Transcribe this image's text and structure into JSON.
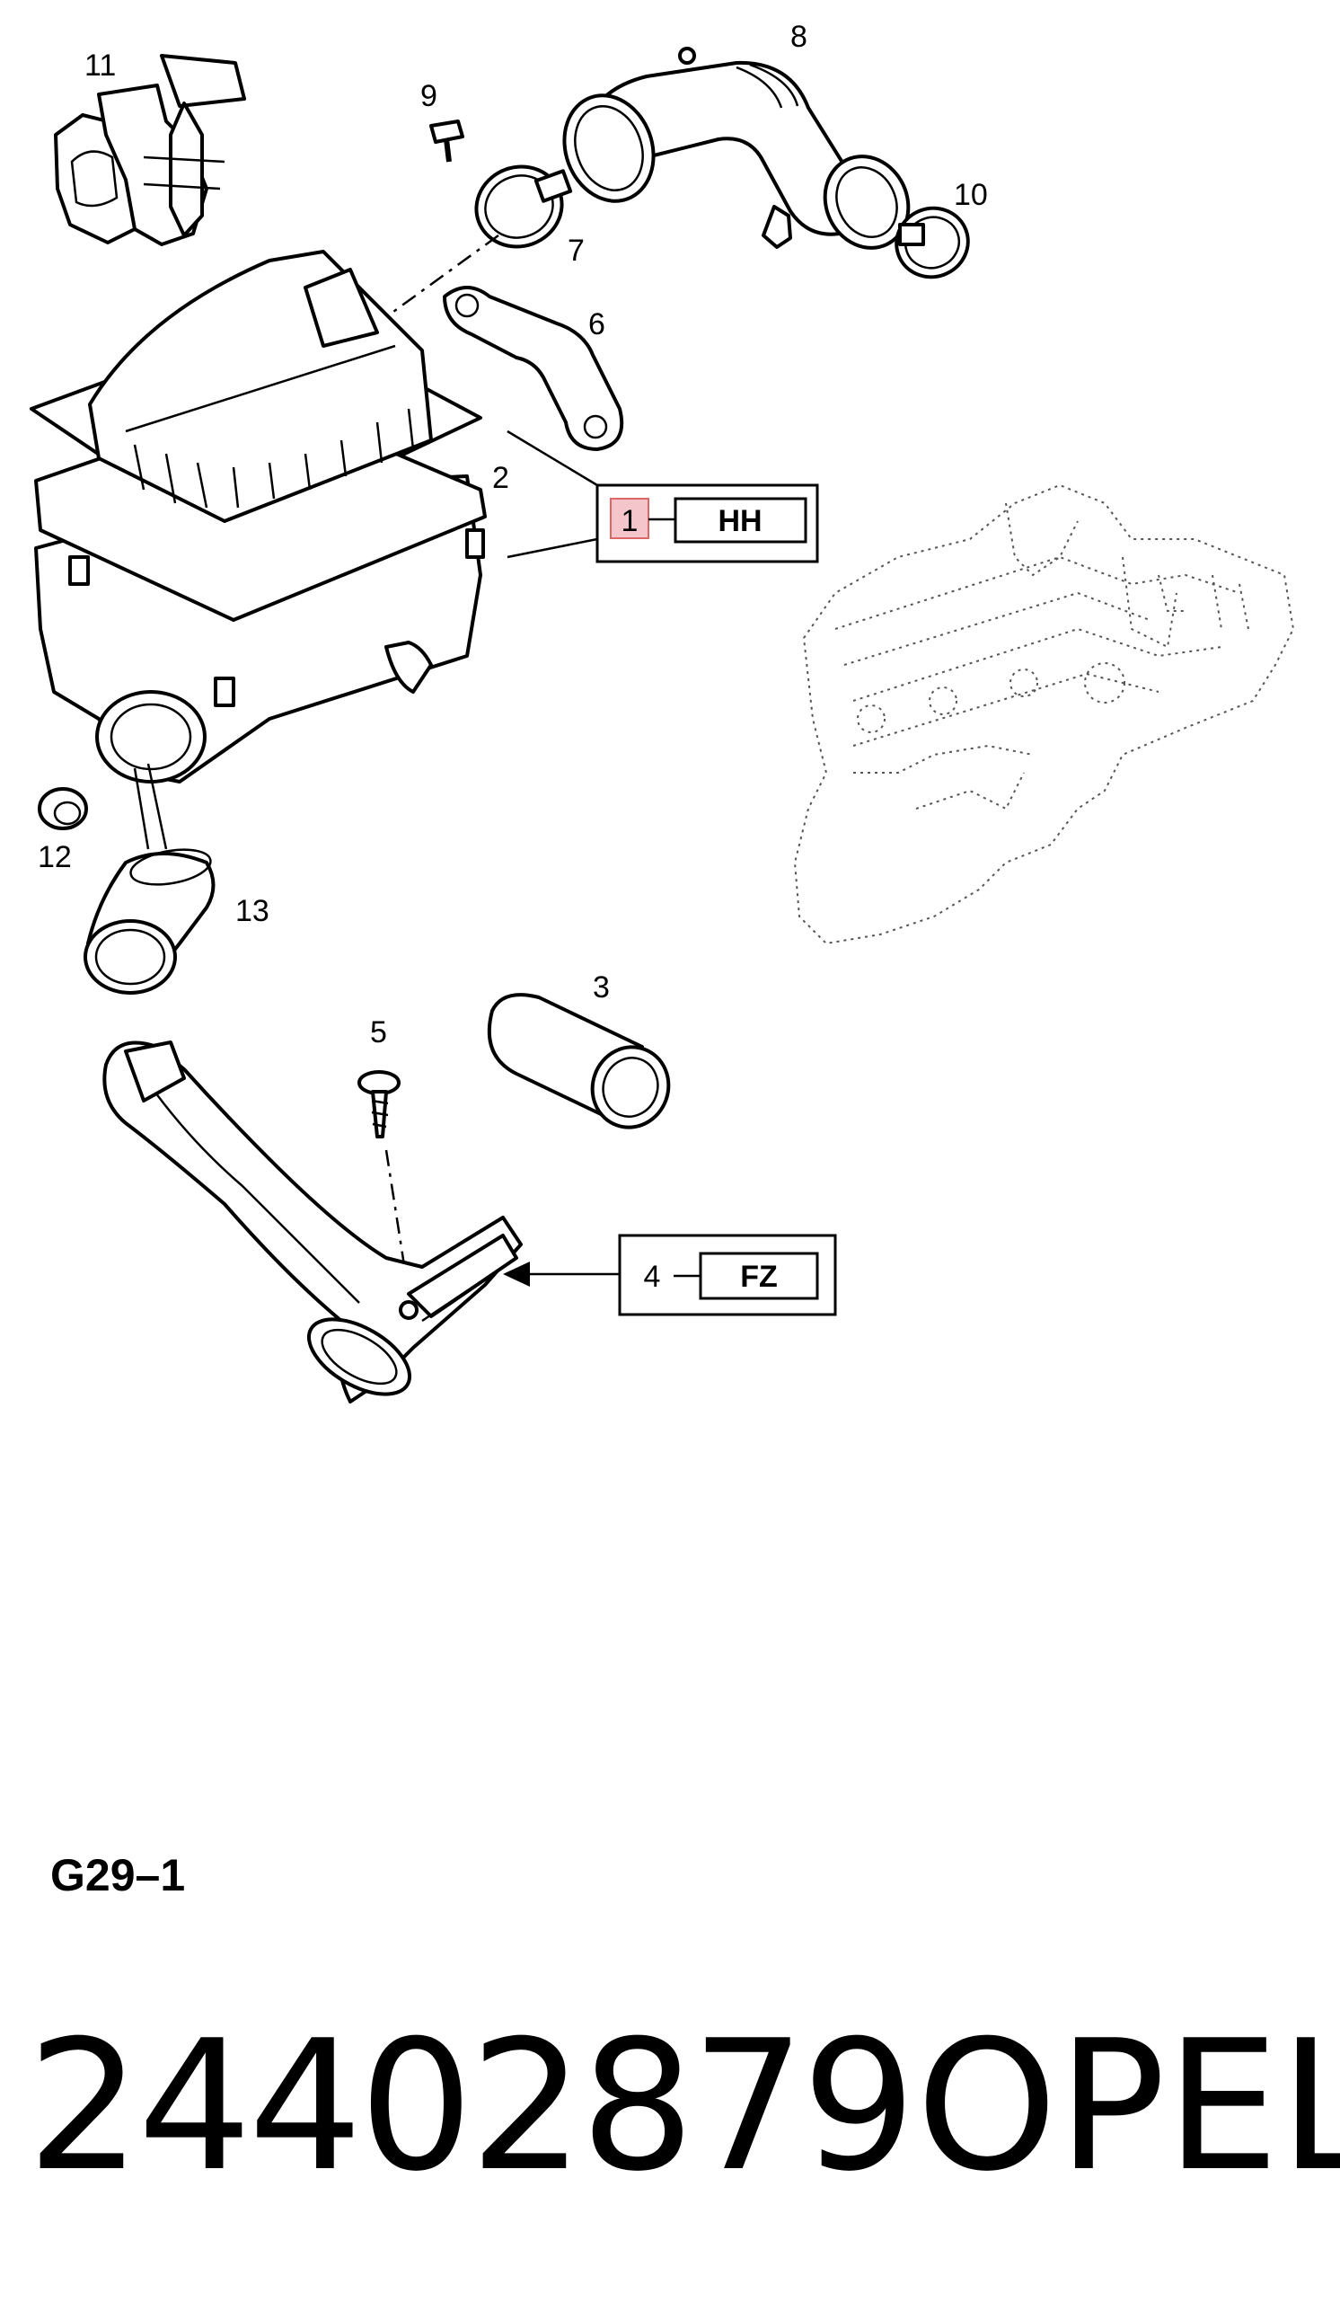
{
  "diagram": {
    "code": "G29–1",
    "part_number": "24402879",
    "brand": "OPEL",
    "highlight_color": "#f4c6cc",
    "callouts": [
      "1",
      "2",
      "3",
      "4",
      "5",
      "6",
      "7",
      "8",
      "9",
      "10",
      "11",
      "12",
      "13"
    ],
    "reference_boxes": [
      {
        "item": "1",
        "code": "HH",
        "highlighted": true
      },
      {
        "item": "4",
        "code": "FZ",
        "highlighted": false
      }
    ]
  }
}
